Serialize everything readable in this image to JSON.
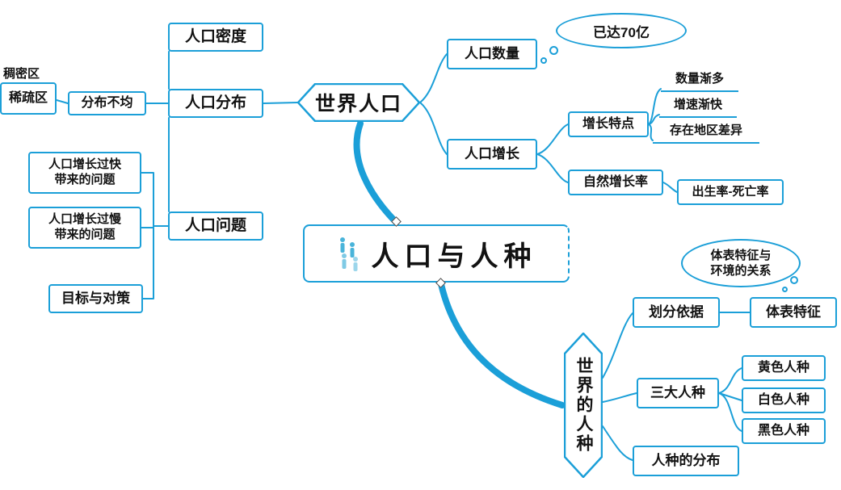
{
  "colors": {
    "accent": "#1b9fd8",
    "ink": "#121212"
  },
  "central": {
    "label": "人口与人种"
  },
  "left": {
    "density": "人口密度",
    "distribution": "人口分布",
    "uneven": "分布不均",
    "dense": "稠密区",
    "sparse": "稀疏区",
    "problems": "人口问题",
    "fast_problem": "人口增长过快\n带来的问题",
    "slow_problem": "人口增长过慢\n带来的问题",
    "goals": "目标与对策"
  },
  "world_population": {
    "label": "世界人口",
    "quantity": "人口数量",
    "quantity_note": "已达70亿",
    "growth": "人口增长",
    "growth_traits": "增长特点",
    "traits": [
      "数量渐多",
      "增速渐快",
      "存在地区差异"
    ],
    "natural_rate": "自然增长率",
    "rate_formula": "出生率-死亡率"
  },
  "world_races": {
    "label": "世界的人种",
    "basis": "划分依据",
    "feature": "体表特征",
    "feature_note": "体表特征与\n环境的关系",
    "three_races": "三大人种",
    "races": [
      "黄色人种",
      "白色人种",
      "黑色人种"
    ],
    "distribution": "人种的分布"
  }
}
